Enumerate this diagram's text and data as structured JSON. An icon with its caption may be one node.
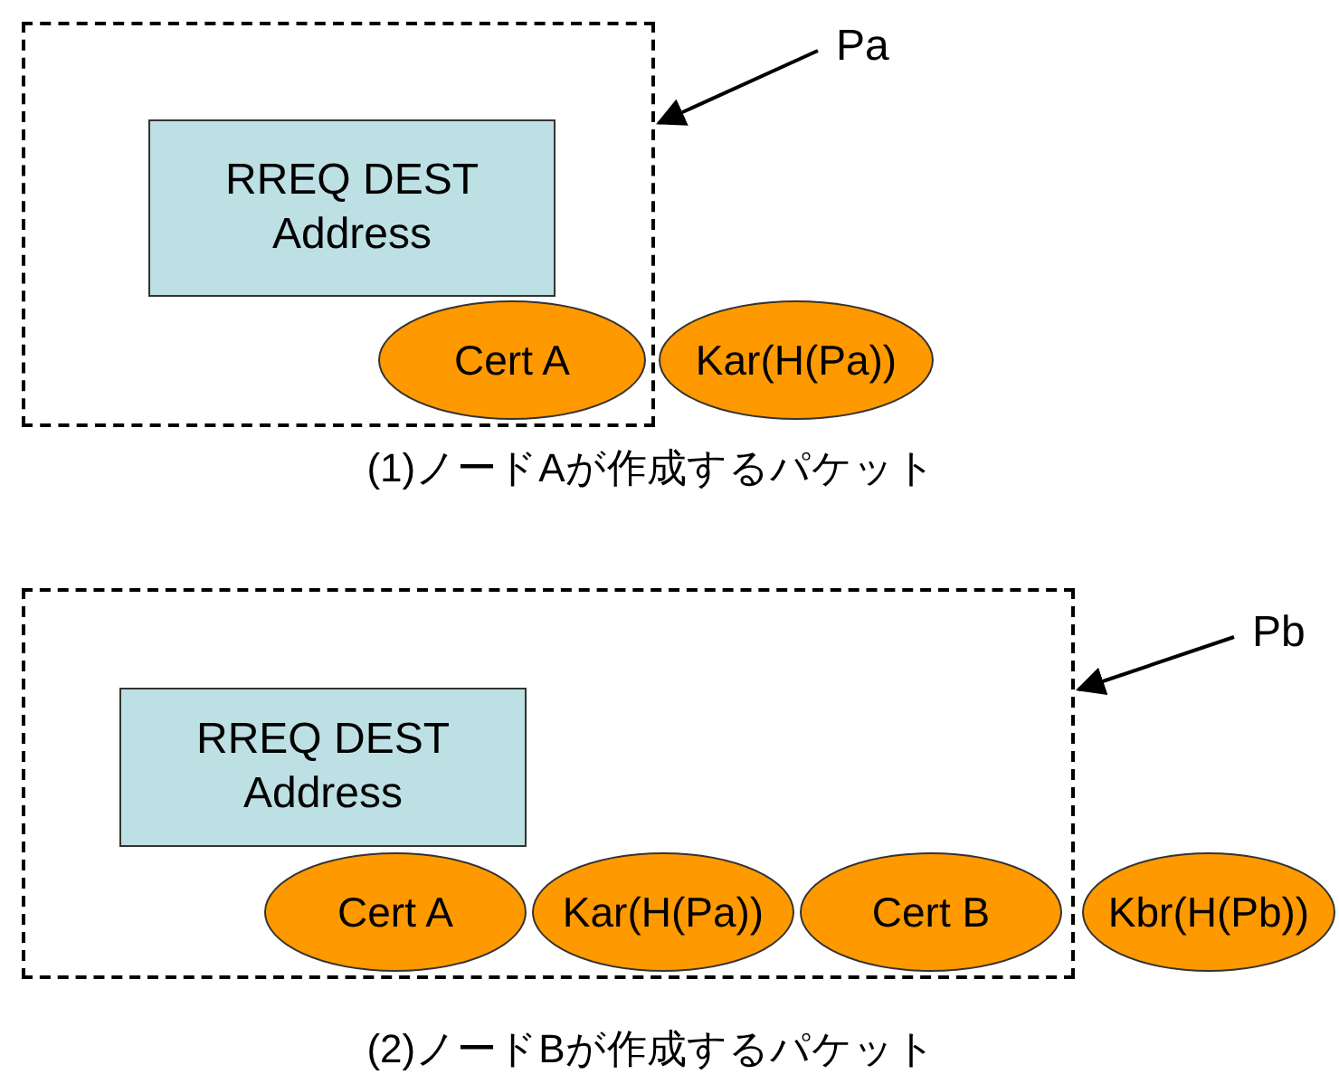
{
  "diagram": {
    "nodes": [
      {
        "text": [],
        "shape": "box"
      },
      {
        "text": [
          "RREQ DEST Address"
        ],
        "in": 0
      },
      {
        "text": [
          "Cert A"
        ],
        "in": 0
      },
      {
        "text": [
          "Kar(H(Pa))"
        ]
      },
      {
        "text": [
          "Pa"
        ]
      },
      {
        "text": [],
        "shape": "box"
      },
      {
        "text": [
          "RREQ DEST Address"
        ],
        "in": 5
      },
      {
        "text": [
          "Cert A"
        ],
        "in": 5
      },
      {
        "text": [
          "Kar(H(Pa))"
        ],
        "in": 5
      },
      {
        "text": [
          "Cert B"
        ],
        "in": 5
      },
      {
        "text": [
          "Kbr(H(Pb))"
        ]
      },
      {
        "text": [
          "Pb"
        ]
      }
    ],
    "edges": [
      {
        "from": 4,
        "to": 0,
        "arrow": "to"
      },
      {
        "from": 11,
        "to": 5,
        "arrow": "to"
      }
    ],
    "labels": [
      "(1)ノードAが作成するパケット",
      "(2)ノードBが作成するパケット"
    ]
  }
}
